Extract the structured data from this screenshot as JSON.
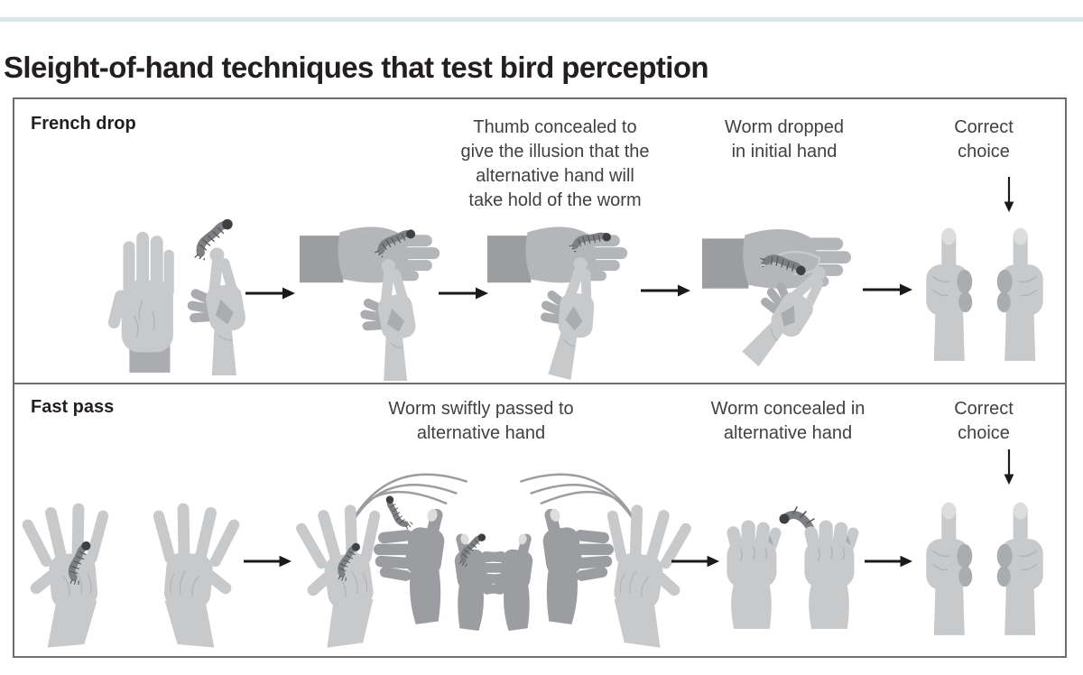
{
  "title": "Sleight-of-hand techniques that test bird perception",
  "rows": [
    {
      "label": "French drop",
      "captions": {
        "step2": "Thumb concealed to\ngive the illusion that the\nalternative hand will\ntake hold of the worm",
        "step3": "Worm dropped\nin initial hand",
        "step4": "Correct\nchoice"
      }
    },
    {
      "label": "Fast pass",
      "captions": {
        "step2": "Worm swiftly passed to\nalternative hand",
        "step3": "Worm concealed in\nalternative hand",
        "step4": "Correct\nchoice"
      }
    }
  ],
  "icons": {
    "right_arrow": "→",
    "down_arrow": "↓"
  },
  "colors": {
    "accent_line": "#d8e6e8",
    "panel_border": "#6d6e71",
    "title_text": "#231f20",
    "caption_text": "#414042",
    "hand_base": "#c8c9cb",
    "hand_shade": "#aaacaf",
    "hand_mid": "#b4b6b9",
    "hand_dark": "#9b9da0",
    "hand_light": "#cfd0d2",
    "nail": "#dcdddd",
    "crease": "#b2b4b7",
    "worm_body": "#7d7f82",
    "worm_head": "#3e4042",
    "worm_seg": "#55575a",
    "motion_arc": "#9b9da0",
    "arrow": "#1a1a1a"
  }
}
